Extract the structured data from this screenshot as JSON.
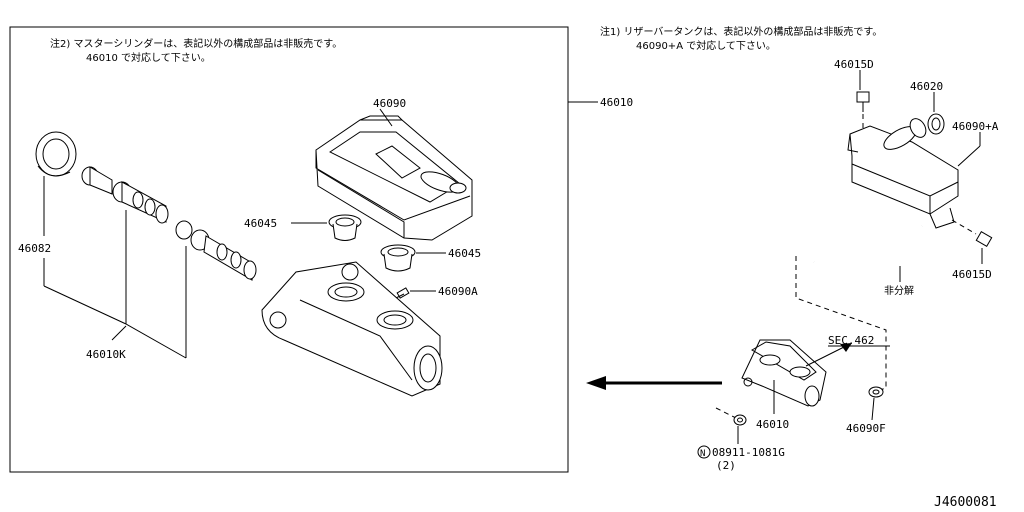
{
  "notes": {
    "note2_line1": "注2) マスターシリンダーは、表記以外の構成部品は非販売です。",
    "note2_line2": "46010 で対応して下さい。",
    "note1_line1": "注1) リザーバータンクは、表記以外の構成部品は非販売です。",
    "note1_line2": "46090+A で対応して下さい。"
  },
  "labels": {
    "p46010_main": "46010",
    "p46090": "46090",
    "p46045_a": "46045",
    "p46045_b": "46045",
    "p46090A": "46090A",
    "p46082": "46082",
    "p46010K": "46010K",
    "p46015D_top": "46015D",
    "p46020": "46020",
    "p46090plusA": "46090+A",
    "p46015D_right": "46015D",
    "hi_bunkai": "非分解",
    "sec462": "SEC.462",
    "p46010_small": "46010",
    "p46090F": "46090F",
    "p08911": "08911-1081G",
    "p08911_qty": "(2)",
    "n_circle": "N",
    "drawing_id": "J4600081"
  }
}
